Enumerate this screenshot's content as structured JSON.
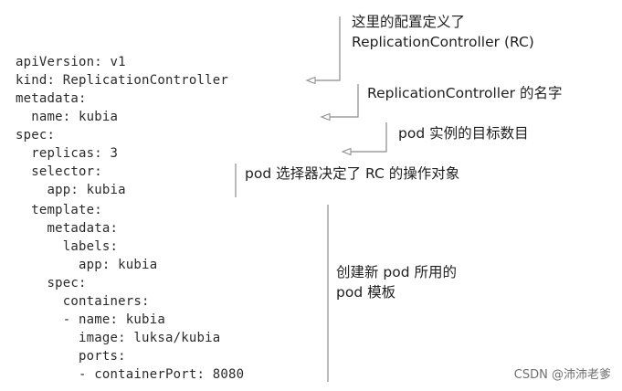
{
  "code": {
    "lines": [
      "apiVersion: v1",
      "kind: ReplicationController",
      "metadata:",
      "  name: kubia",
      "spec:",
      "  replicas: 3",
      "  selector:",
      "    app: kubia",
      "  template:",
      "    metadata:",
      "      labels:",
      "        app: kubia",
      "    spec:",
      "      containers:",
      "      - name: kubia",
      "        image: luksa/kubia",
      "        ports:",
      "        - containerPort: 8080"
    ]
  },
  "annotations": {
    "kind_line1": "这里的配置定义了",
    "kind_line2": "ReplicationController (RC)",
    "name": "ReplicationController 的名字",
    "replicas": "pod 实例的目标数目",
    "selector": "pod 选择器决定了 RC 的操作对象",
    "template_line1": "创建新 pod 所用的",
    "template_line2": "pod 模板"
  },
  "watermark": "CSDN @沛沛老爹",
  "colors": {
    "text": "#1f1f1f",
    "connector": "#8a8a8a",
    "watermark": "#6f6f6f"
  }
}
